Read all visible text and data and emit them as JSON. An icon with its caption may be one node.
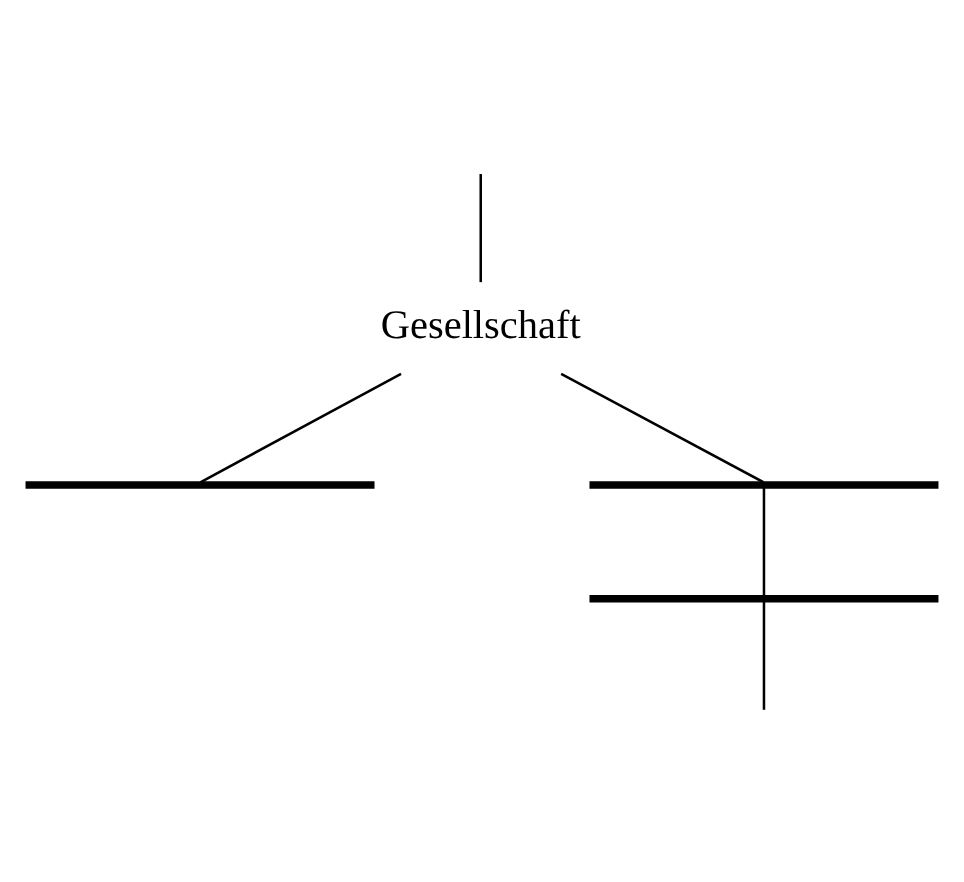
{
  "diagram": {
    "nodes": [
      {
        "text": [
          "Gesellschaft"
        ]
      },
      {
        "text": [],
        "shape": "bar"
      },
      {
        "text": [],
        "shape": "bar"
      },
      {
        "text": [],
        "shape": "bar"
      }
    ],
    "edges": [
      {
        "from": null,
        "to": 0,
        "arrow": "none"
      },
      {
        "from": 0,
        "to": 1,
        "arrow": "none"
      },
      {
        "from": 0,
        "to": 2,
        "arrow": "none"
      },
      {
        "from": 2,
        "to": 3,
        "arrow": "none"
      },
      {
        "from": 3,
        "to": null,
        "arrow": "none"
      }
    ]
  }
}
